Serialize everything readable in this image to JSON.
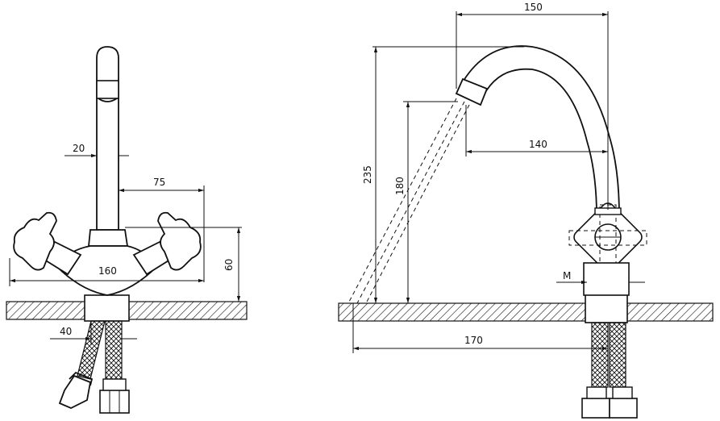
{
  "dimensions": {
    "left_view": {
      "spout_width": "20",
      "handle_offset": "75",
      "handle_span": "160",
      "body_height": "60",
      "hose_spacing": "40"
    },
    "right_view": {
      "spout_reach_top": "150",
      "spout_reach_inner": "140",
      "total_height": "235",
      "outlet_height": "180",
      "thread": "M",
      "jet_reach": "170"
    }
  },
  "colors": {
    "line": "#111111",
    "background": "#ffffff"
  }
}
